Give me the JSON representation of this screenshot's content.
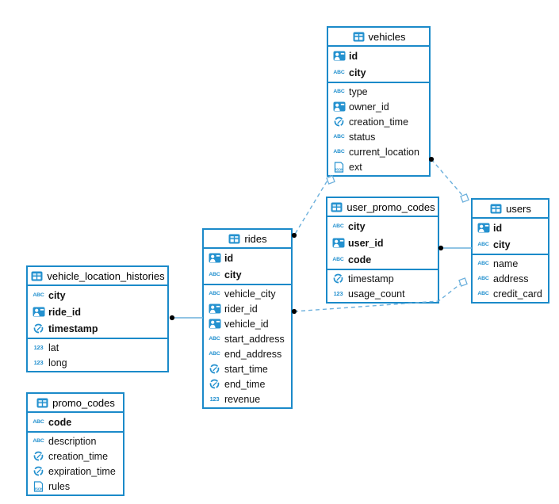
{
  "diagram": {
    "colors": {
      "accent": "#1b8ac9",
      "icon": "#2491cf",
      "wire": "#6cb0dc",
      "dot": "#000000"
    },
    "icons": {
      "table": "table-grid-icon",
      "id": "id-badge-icon",
      "text": "abc-type-icon",
      "time": "clock-icon",
      "number": "123-type-icon",
      "json": "json-doc-icon"
    },
    "tables": [
      {
        "name": "vehicles",
        "keys": [
          {
            "name": "id",
            "type": "id"
          },
          {
            "name": "city",
            "type": "text"
          }
        ],
        "columns": [
          {
            "name": "type",
            "type": "text"
          },
          {
            "name": "owner_id",
            "type": "id"
          },
          {
            "name": "creation_time",
            "type": "time"
          },
          {
            "name": "status",
            "type": "text"
          },
          {
            "name": "current_location",
            "type": "text"
          },
          {
            "name": "ext",
            "type": "json"
          }
        ]
      },
      {
        "name": "user_promo_codes",
        "keys": [
          {
            "name": "city",
            "type": "text"
          },
          {
            "name": "user_id",
            "type": "id"
          },
          {
            "name": "code",
            "type": "text"
          }
        ],
        "columns": [
          {
            "name": "timestamp",
            "type": "time"
          },
          {
            "name": "usage_count",
            "type": "number"
          }
        ]
      },
      {
        "name": "users",
        "keys": [
          {
            "name": "id",
            "type": "id"
          },
          {
            "name": "city",
            "type": "text"
          }
        ],
        "columns": [
          {
            "name": "name",
            "type": "text"
          },
          {
            "name": "address",
            "type": "text"
          },
          {
            "name": "credit_card",
            "type": "text"
          }
        ]
      },
      {
        "name": "rides",
        "keys": [
          {
            "name": "id",
            "type": "id"
          },
          {
            "name": "city",
            "type": "text"
          }
        ],
        "columns": [
          {
            "name": "vehicle_city",
            "type": "text"
          },
          {
            "name": "rider_id",
            "type": "id"
          },
          {
            "name": "vehicle_id",
            "type": "id"
          },
          {
            "name": "start_address",
            "type": "text"
          },
          {
            "name": "end_address",
            "type": "text"
          },
          {
            "name": "start_time",
            "type": "time"
          },
          {
            "name": "end_time",
            "type": "time"
          },
          {
            "name": "revenue",
            "type": "number"
          }
        ]
      },
      {
        "name": "vehicle_location_histories",
        "keys": [
          {
            "name": "city",
            "type": "text"
          },
          {
            "name": "ride_id",
            "type": "id"
          },
          {
            "name": "timestamp",
            "type": "time"
          }
        ],
        "columns": [
          {
            "name": "lat",
            "type": "number"
          },
          {
            "name": "long",
            "type": "number"
          }
        ]
      },
      {
        "name": "promo_codes",
        "keys": [
          {
            "name": "code",
            "type": "text"
          }
        ],
        "columns": [
          {
            "name": "description",
            "type": "text"
          },
          {
            "name": "creation_time",
            "type": "time"
          },
          {
            "name": "expiration_time",
            "type": "time"
          },
          {
            "name": "rules",
            "type": "json"
          }
        ]
      }
    ],
    "relations": [
      {
        "from": "rides",
        "to": "vehicles",
        "line": "dashed",
        "from_marker": "dot",
        "to_marker": "diamond"
      },
      {
        "from": "vehicles",
        "to": "users",
        "line": "dashed",
        "from_marker": "dot",
        "to_marker": "diamond"
      },
      {
        "from": "user_promo_codes",
        "to": "users",
        "line": "solid",
        "from_marker": "dot",
        "to_marker": "none"
      },
      {
        "from": "rides",
        "to": "users",
        "line": "dashed",
        "from_marker": "dot",
        "to_marker": "diamond"
      },
      {
        "from": "vehicle_location_histories",
        "to": "rides",
        "line": "solid",
        "from_marker": "dot",
        "to_marker": "none"
      }
    ]
  }
}
